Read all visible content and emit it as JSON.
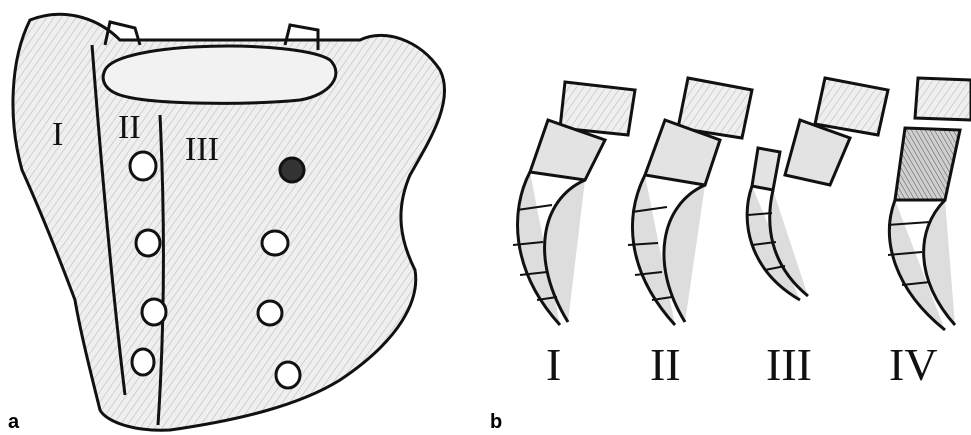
{
  "panel_a": {
    "letter": "a",
    "zones": [
      "I",
      "II",
      "III"
    ]
  },
  "panel_b": {
    "letter": "b",
    "types": [
      "I",
      "II",
      "III",
      "IV"
    ]
  },
  "colors": {
    "ink": "#111111",
    "shading": "#d9d9d9",
    "background": "#ffffff"
  }
}
